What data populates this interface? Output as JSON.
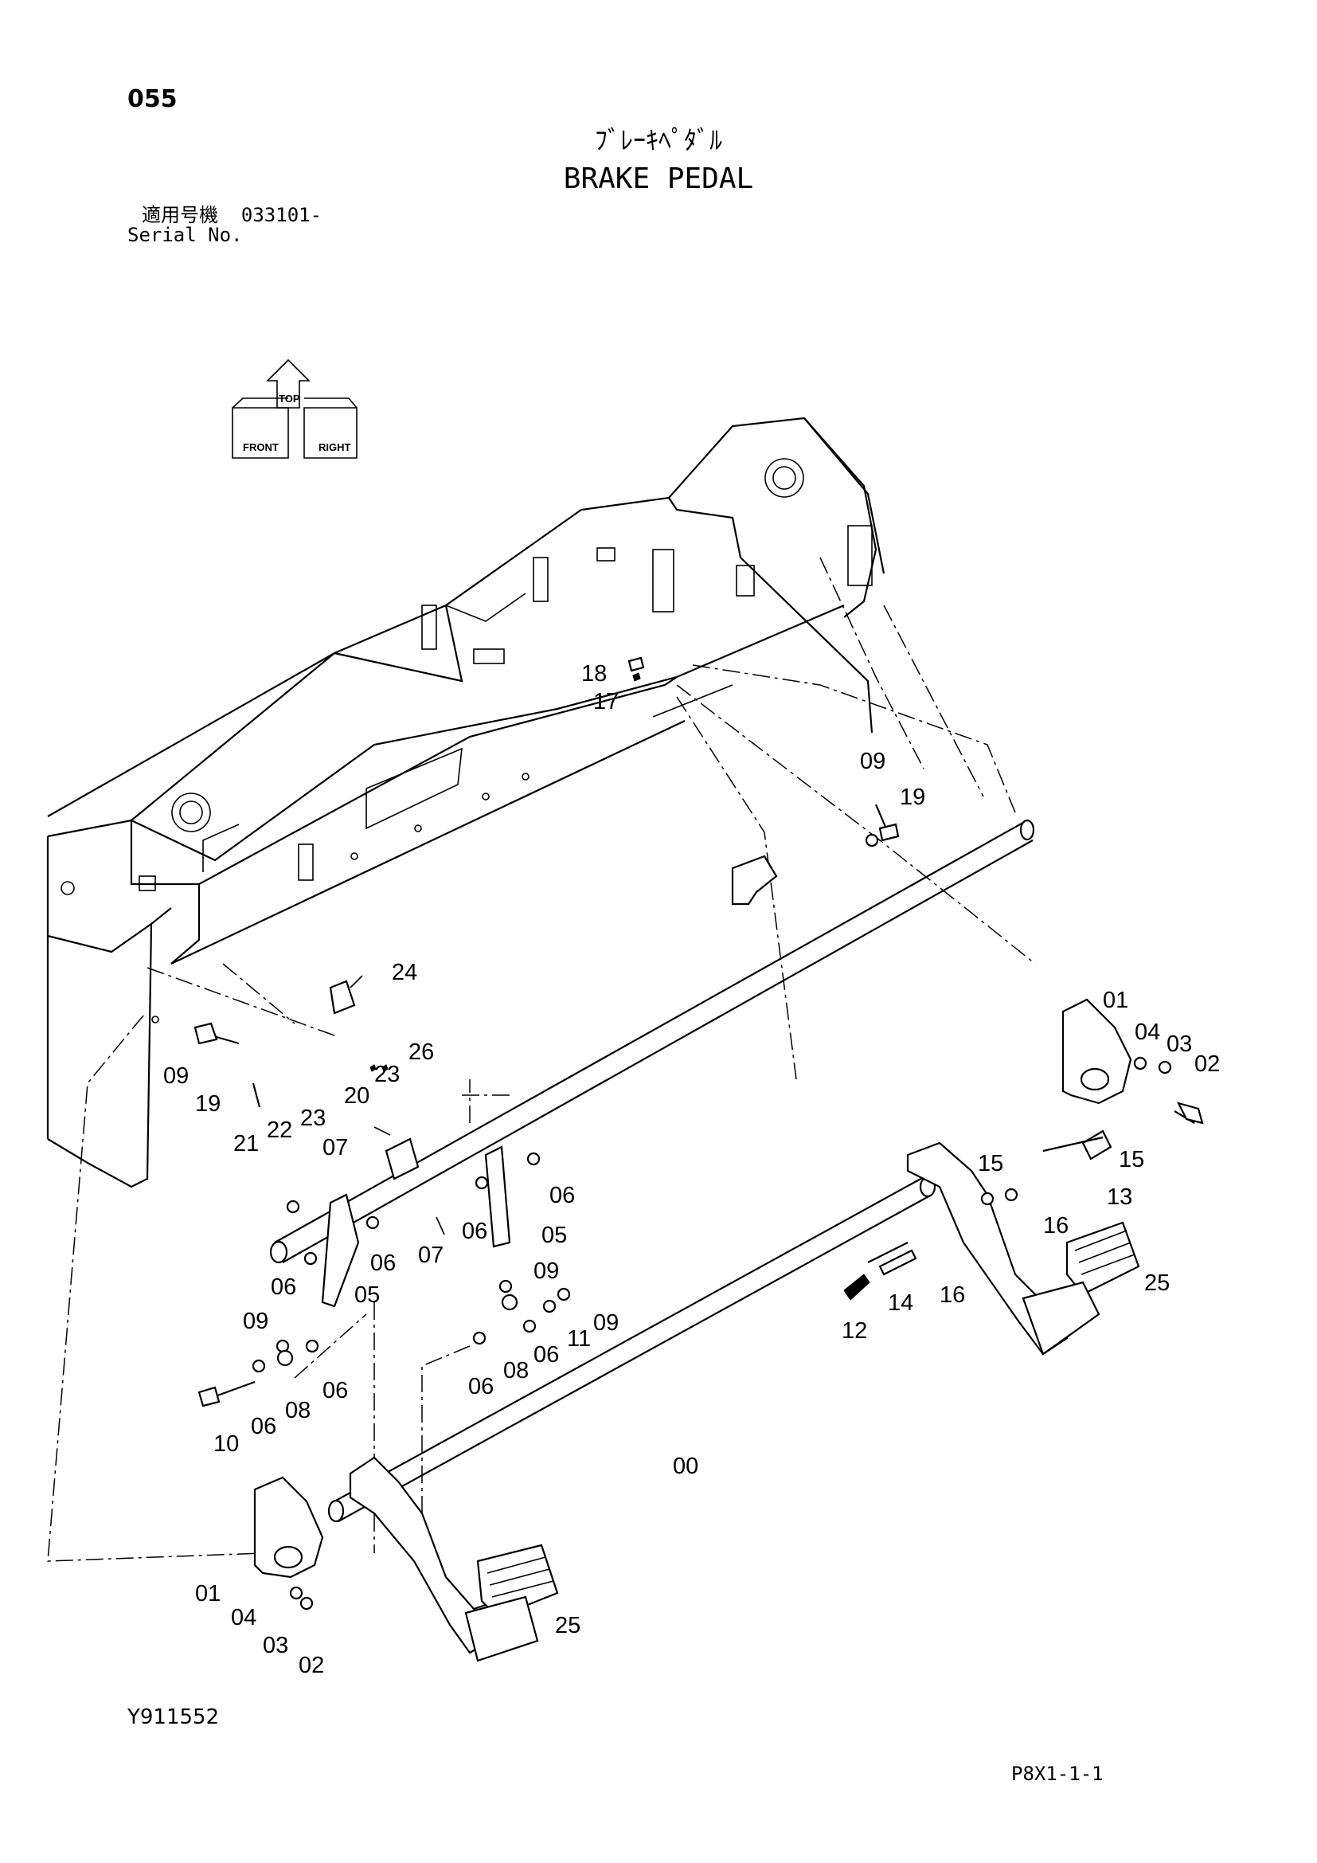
{
  "header": {
    "page_number": "055",
    "title_jp": "ﾌﾞﾚｰｷﾍﾟﾀﾞﾙ",
    "title_en": "BRAKE PEDAL",
    "serial_label_jp": "適用号機",
    "serial_value": "033101-",
    "serial_label_en": "Serial No."
  },
  "orientation_indicator": {
    "labels": [
      "FRONT",
      "TOP",
      "RIGHT"
    ]
  },
  "callouts": {
    "c00": "00",
    "c01a": "01",
    "c01b": "01",
    "c02a": "02",
    "c02b": "02",
    "c03a": "03",
    "c03b": "03",
    "c04a": "04",
    "c04b": "04",
    "c05a": "05",
    "c05b": "05",
    "c06a": "06",
    "c06b": "06",
    "c06c": "06",
    "c06d": "06",
    "c06e": "06",
    "c06f": "06",
    "c06g": "06",
    "c06h": "06",
    "c07a": "07",
    "c07b": "07",
    "c08a": "08",
    "c08b": "08",
    "c09a": "09",
    "c09b": "09",
    "c09c": "09",
    "c09d": "09",
    "c09e": "09",
    "c10": "10",
    "c11": "11",
    "c12": "12",
    "c13": "13",
    "c14": "14",
    "c15a": "15",
    "c15b": "15",
    "c16a": "16",
    "c16b": "16",
    "c17": "17",
    "c18": "18",
    "c19a": "19",
    "c19b": "19",
    "c20": "20",
    "c21": "21",
    "c22": "22",
    "c23a": "23",
    "c23b": "23",
    "c24": "24",
    "c25a": "25",
    "c25b": "25",
    "c26": "26"
  },
  "footer": {
    "drawing_code": "Y911552",
    "page_code": "P8X1-1-1"
  }
}
